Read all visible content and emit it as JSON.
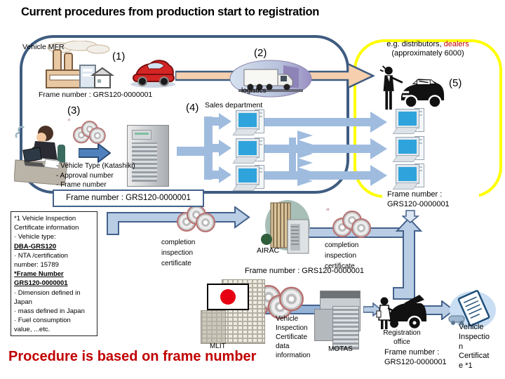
{
  "title": "Current procedures from production start to registration",
  "colors": {
    "accent_red": "#C00000",
    "outline_navy": "#3F5C80",
    "outline_yellow": "#FFFF00",
    "arrow_blue": "#9FBCDF"
  },
  "mfr": {
    "label": "Vehicle MFR",
    "step": "(1)",
    "frame_number": "Frame number : GRS120-0000001"
  },
  "logistics": {
    "step": "(2)",
    "label": "logistics"
  },
  "production": {
    "step": "(3)",
    "items": [
      "- Vehicle Type (Katashiki)",
      "- Approval number",
      "- Frame number"
    ],
    "frame_number": "Frame number : GRS120-0000001"
  },
  "sales": {
    "step": "(4)",
    "label": "Sales department"
  },
  "dealers": {
    "heading_black": "e.g. distributors,",
    "heading_red": "dealers",
    "heading_sub": "(approximately 6000)",
    "step": "(5)",
    "frame_number_line1": "Frame number :",
    "frame_number_line2": "GRS120-0000001"
  },
  "infobox": {
    "lines": [
      "*1 Vehicle Inspection",
      "Certificate information",
      "· Vehicle type:",
      "DBA-GRS120",
      "· NTA /certification",
      "number: 15789",
      "*Frame Number",
      "GRS120-0000001",
      "· Dimension defined in",
      "Japan",
      "· mass defined in Japan",
      "· Fuel consumption",
      "value, ...etc."
    ]
  },
  "completion_cert_left": {
    "lines": [
      "completion",
      "inspection",
      "certificate"
    ]
  },
  "airac": {
    "label": "AIRAC",
    "frame_number": "Frame number : GRS120-0000001"
  },
  "completion_cert_right": {
    "lines": [
      "completion",
      "inspection",
      "certificate"
    ]
  },
  "mlit": {
    "label": "MLIT",
    "data_lines": [
      "Vehicle",
      "Inspection",
      "Certificate",
      "data",
      "information"
    ]
  },
  "motas": {
    "label": "MOTAS"
  },
  "registration": {
    "office_line1": "Registration",
    "office_line2": "office",
    "frame_number_line1": "Frame number :",
    "frame_number_line2": "GRS120-0000001"
  },
  "certificate": {
    "lines": [
      "Vehicle",
      "Inspectio",
      "n",
      "Certificat",
      "e *1"
    ]
  },
  "footer": "Procedure is based on frame number",
  "icons": {
    "factory-icon": "factory",
    "car-icon": "red car",
    "truck-icon": "logistics truck",
    "dealer-icon": "salesman with car",
    "clerk-icon": "clerk entering data at desk",
    "cd-stack-icon": "stack of data discs",
    "server-icon": "database server tower",
    "desktop-pc-icon": "desktop computer",
    "airac-building-icon": "AIRAC building with server",
    "mlit-building-icon": "MLIT government building",
    "japan-flag-icon": "flag of Japan",
    "mainframe-icon": "MOTAS mainframe",
    "mechanic-icon": "inspector checking car",
    "certificate-icon": "vehicle inspection certificate",
    "down-arrow-icon": "down arrow"
  }
}
